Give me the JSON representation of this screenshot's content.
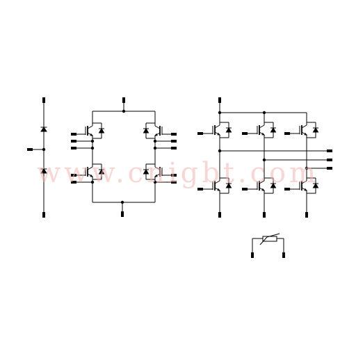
{
  "watermark": {
    "text": "www.cnigbt.com"
  },
  "colors": {
    "line": "#000000",
    "background": "#ffffff",
    "watermark": "#f3b5b5"
  },
  "blocks": [
    {
      "id": "diode-leg",
      "label": ""
    },
    {
      "id": "single-phase-h-bridge",
      "label": ""
    },
    {
      "id": "three-phase-bridge",
      "label": ""
    },
    {
      "id": "ntc-thermistor",
      "label": ""
    }
  ]
}
